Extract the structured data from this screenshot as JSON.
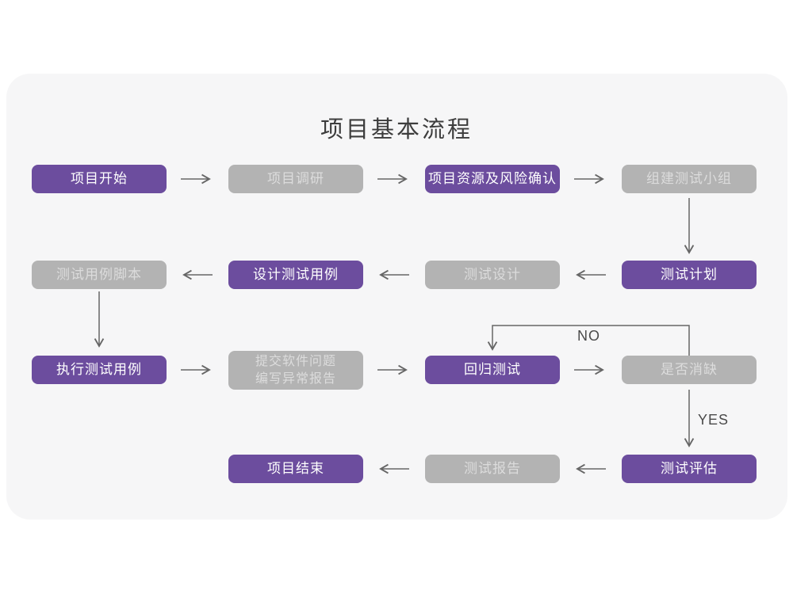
{
  "title": "项目基本流程",
  "colors": {
    "accent_purple": "#6C4D9E",
    "node_gray": "#B3B3B3",
    "card_background": "#F6F6F7",
    "arrow": "#666666"
  },
  "nodes": [
    {
      "id": "project-start",
      "label": "项目开始",
      "variant": "purple"
    },
    {
      "id": "project-research",
      "label": "项目调研",
      "variant": "gray"
    },
    {
      "id": "resource-risk",
      "label": "项目资源及风险确认",
      "variant": "purple"
    },
    {
      "id": "build-test-team",
      "label": "组建测试小组",
      "variant": "gray"
    },
    {
      "id": "test-plan",
      "label": "测试计划",
      "variant": "purple"
    },
    {
      "id": "test-design",
      "label": "测试设计",
      "variant": "gray"
    },
    {
      "id": "design-cases",
      "label": "设计测试用例",
      "variant": "purple"
    },
    {
      "id": "case-script",
      "label": "测试用例脚本",
      "variant": "gray"
    },
    {
      "id": "execute-cases",
      "label": "执行测试用例",
      "variant": "purple"
    },
    {
      "id": "submit-report",
      "label": "提交软件问题\n编写异常报告",
      "variant": "gray"
    },
    {
      "id": "regression-test",
      "label": "回归测试",
      "variant": "purple"
    },
    {
      "id": "defect-cleared",
      "label": "是否消缺",
      "variant": "gray"
    },
    {
      "id": "test-evaluate",
      "label": "测试评估",
      "variant": "purple"
    },
    {
      "id": "test-report",
      "label": "测试报告",
      "variant": "gray"
    },
    {
      "id": "project-end",
      "label": "项目结束",
      "variant": "purple"
    }
  ],
  "edge_labels": {
    "no": "NO",
    "yes": "YES"
  }
}
